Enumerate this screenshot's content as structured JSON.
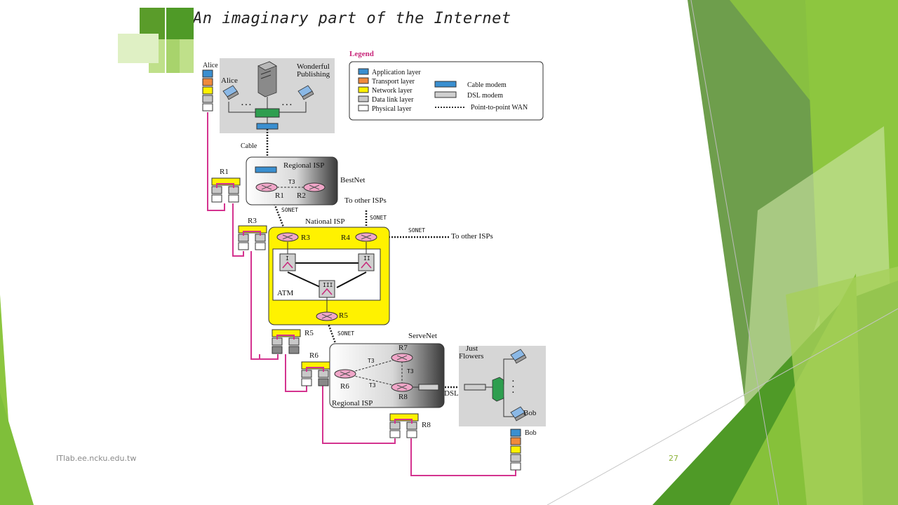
{
  "slide": {
    "title": "An imaginary part of the Internet",
    "footer_left": "ITlab.ee.ncku.edu.tw",
    "page_number": "27"
  },
  "colors": {
    "accent_green": "#8dc63f",
    "dark_green": "#4f9a27",
    "stack_magenta": "#d4338f",
    "router_pink": "#f0a6c8",
    "national_isp_yellow": "#fff200"
  },
  "diagram": {
    "top_site": {
      "left_host": "Alice",
      "server": "Wonderful\nPublishing",
      "link_label": "Cable"
    },
    "legend": {
      "title": "Legend",
      "layers": [
        "Application layer",
        "Transport layer",
        "Network layer",
        "Data link layer",
        "Physical layer"
      ],
      "devices": [
        "Cable modem",
        "DSL modem",
        "Point-to-point WAN"
      ]
    },
    "regional_isp_top": {
      "label": "Regional ISP",
      "name": "BestNet",
      "routers": [
        "R1",
        "R2"
      ],
      "link": "T3"
    },
    "national_isp": {
      "label": "National ISP",
      "routers": [
        "R3",
        "R4",
        "R5"
      ],
      "switches": [
        "I",
        "II",
        "III"
      ],
      "atm_label": "ATM"
    },
    "regional_isp_bottom": {
      "label": "Regional ISP",
      "name": "ServeNet",
      "routers": [
        "R6",
        "R7",
        "R8"
      ],
      "links": [
        "T3",
        "T3",
        "T3"
      ]
    },
    "bottom_site": {
      "name": "Just\nFlowers",
      "host": "Bob",
      "link_label": "DSL"
    },
    "link_labels": {
      "sonet": "SONET",
      "to_other_isps": "To other ISPs"
    },
    "stack_labels": [
      "Alice",
      "R1",
      "R3",
      "R5",
      "R6",
      "R8",
      "Bob"
    ]
  }
}
